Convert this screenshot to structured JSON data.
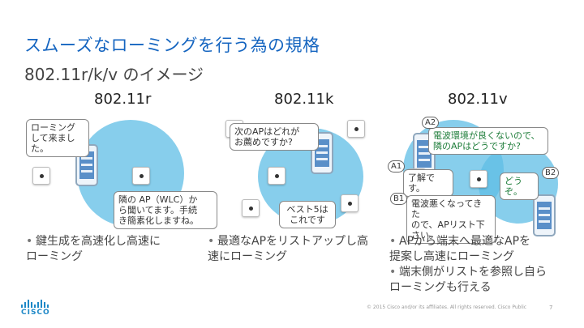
{
  "header": {
    "title": "スムーズなローミングを行う為の規格",
    "subtitle": "802.11r/k/v のイメージ"
  },
  "columns": [
    {
      "heading": "802.11r",
      "bubble_top": "ローミング\nして来まし\nた。",
      "bubble_bottom": "隣の AP（WLC）か\nら聞いてます。手続\nき簡素化しますね。",
      "bullet": "鍵生成を高速化し高速に\nローミング"
    },
    {
      "heading": "802.11k",
      "bubble_top": "次のAPはどれが\nお薦めですか?",
      "bubble_bottom": "ベスト5は\nこれです",
      "bullet": "最適なAPをリストアップし高\n速にローミング"
    },
    {
      "heading": "802.11v",
      "bubble_a2": "電波環境が良くないので、\n隣のAPはどうですか?",
      "bubble_a1": "了解です。",
      "bubble_b1": "電波悪くなってきた\nので、APリスト下\nさい。",
      "bubble_b2": "どうぞ。",
      "tag_a1": "A1",
      "tag_a2": "A2",
      "tag_b1": "B1",
      "tag_b2": "B2",
      "bullet_1": "APから端末へ最適なAPを\n提案し高速にローミング",
      "bullet_2": "端末側がリストを参照し自ら\nローミングも行える"
    }
  ],
  "bullet_symbol": "•",
  "footer": {
    "copyright": "© 2015  Cisco and/or its affiliates. All rights reserved.     Cisco Public",
    "page": "7",
    "logo_text": "CISCO"
  },
  "colors": {
    "title": "#1565c0",
    "coverage": "#5fbde6",
    "brand": "#1e88c7"
  },
  "icons": [
    "access-point-icon",
    "smartphone-icon",
    "cisco-logo"
  ]
}
